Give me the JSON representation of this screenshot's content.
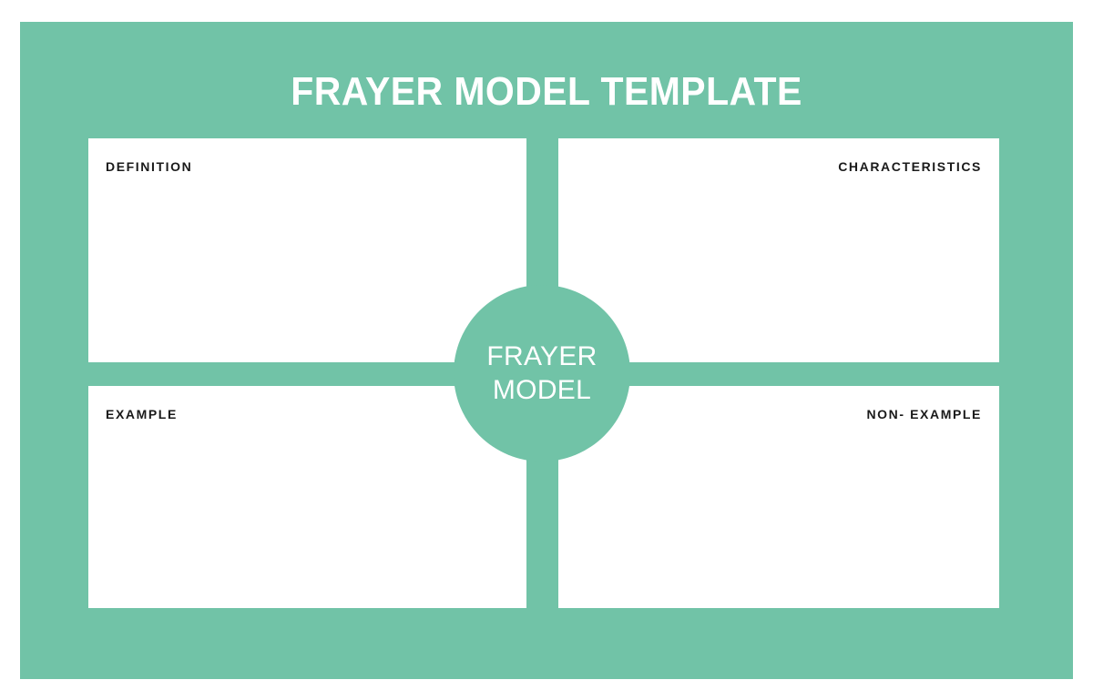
{
  "page": {
    "title": "FRAYER MODEL TEMPLATE",
    "background_color": "#ffffff",
    "board_color": "#71c3a7",
    "box_color": "#ffffff",
    "label_color": "#1a1a1a",
    "title_color": "#ffffff"
  },
  "center": {
    "label": "FRAYER\nMODEL"
  },
  "quadrants": [
    {
      "key": "definition",
      "label": "DEFINITION",
      "align": "left",
      "content": ""
    },
    {
      "key": "characteristics",
      "label": "CHARACTERISTICS",
      "align": "right",
      "content": ""
    },
    {
      "key": "example",
      "label": "EXAMPLE",
      "align": "left",
      "content": ""
    },
    {
      "key": "non-example",
      "label": "NON- EXAMPLE",
      "align": "right",
      "content": ""
    }
  ]
}
